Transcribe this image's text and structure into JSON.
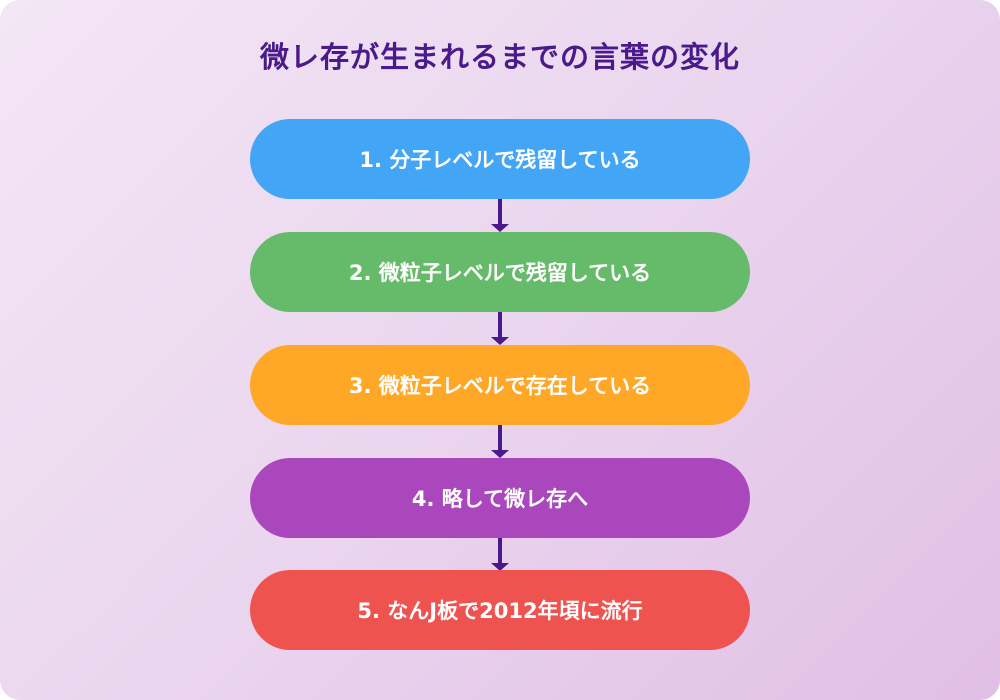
{
  "title": "微レ存が生まれるまでの言葉の変化",
  "colors": {
    "title": "#4a1a8c",
    "arrow": "#4a1a8c",
    "background_start": "#f3e6f5",
    "background_end": "#e1bfe6"
  },
  "steps": [
    {
      "label": "1. 分子レベルで残留している",
      "color": "#42a5f5"
    },
    {
      "label": "2. 微粒子レベルで残留している",
      "color": "#66bb6a"
    },
    {
      "label": "3. 微粒子レベルで存在している",
      "color": "#ffa726"
    },
    {
      "label": "4. 略して微レ存へ",
      "color": "#ab47bc"
    },
    {
      "label": "5. なんJ板で2012年頃に流行",
      "color": "#ef5350"
    }
  ]
}
